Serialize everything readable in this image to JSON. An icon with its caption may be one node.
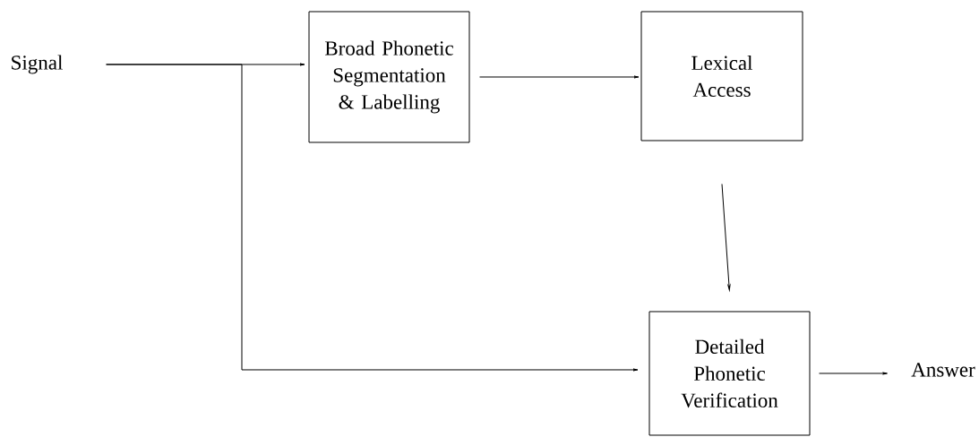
{
  "diagram": {
    "nodes": [
      {
        "text": [
          "Signal"
        ]
      },
      {
        "text": [
          "Broad Phonetic Segmentation & Labelling"
        ]
      },
      {
        "text": [
          "Lexical Access"
        ]
      },
      {
        "text": [
          "Detailed Phonetic Verification"
        ]
      },
      {
        "text": [
          "Answer"
        ]
      }
    ],
    "edges": [
      {
        "from": 0,
        "to": 1,
        "arrow": "to"
      },
      {
        "from": 0,
        "to": 3,
        "arrow": "to"
      },
      {
        "from": 1,
        "to": 2,
        "arrow": "to"
      },
      {
        "from": 2,
        "to": 3,
        "arrow": "to"
      },
      {
        "from": 3,
        "to": 4,
        "arrow": "to"
      }
    ]
  }
}
